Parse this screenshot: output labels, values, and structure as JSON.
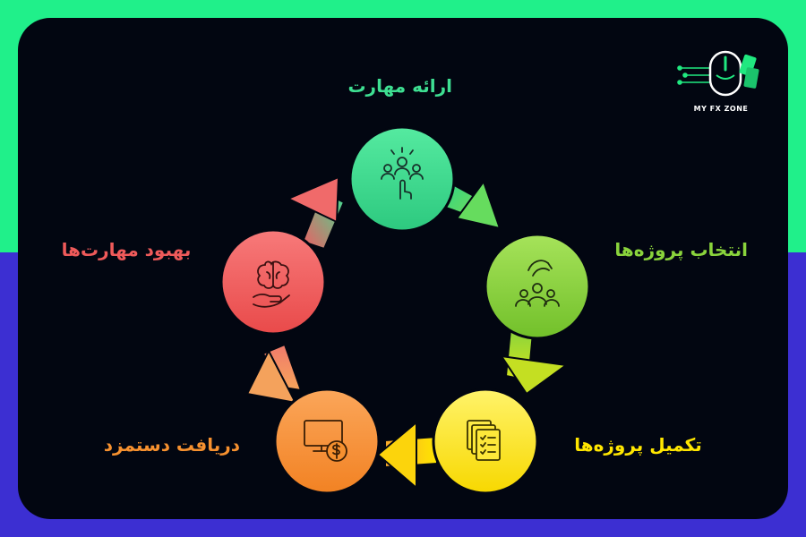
{
  "brand": {
    "name": "MY FX ZONE"
  },
  "cycle": {
    "steps": [
      {
        "label": "ارائه مهارت",
        "icon": "presentation-icon",
        "color": "#3edf92"
      },
      {
        "label": "انتخاب پروژه‌ها",
        "icon": "handshake-team-icon",
        "color": "#8ad43c"
      },
      {
        "label": "تکمیل پروژه‌ها",
        "icon": "documents-checklist-icon",
        "color": "#ffe600"
      },
      {
        "label": "دریافت دستمزد",
        "icon": "payment-screen-icon",
        "color": "#f7912f"
      },
      {
        "label": "بهبود مهارت‌ها",
        "icon": "brain-hand-icon",
        "color": "#ef5a5a"
      }
    ]
  },
  "colors": {
    "frame_top": "#20f08a",
    "frame_bottom": "#3c2fd2",
    "background": "#020611"
  }
}
